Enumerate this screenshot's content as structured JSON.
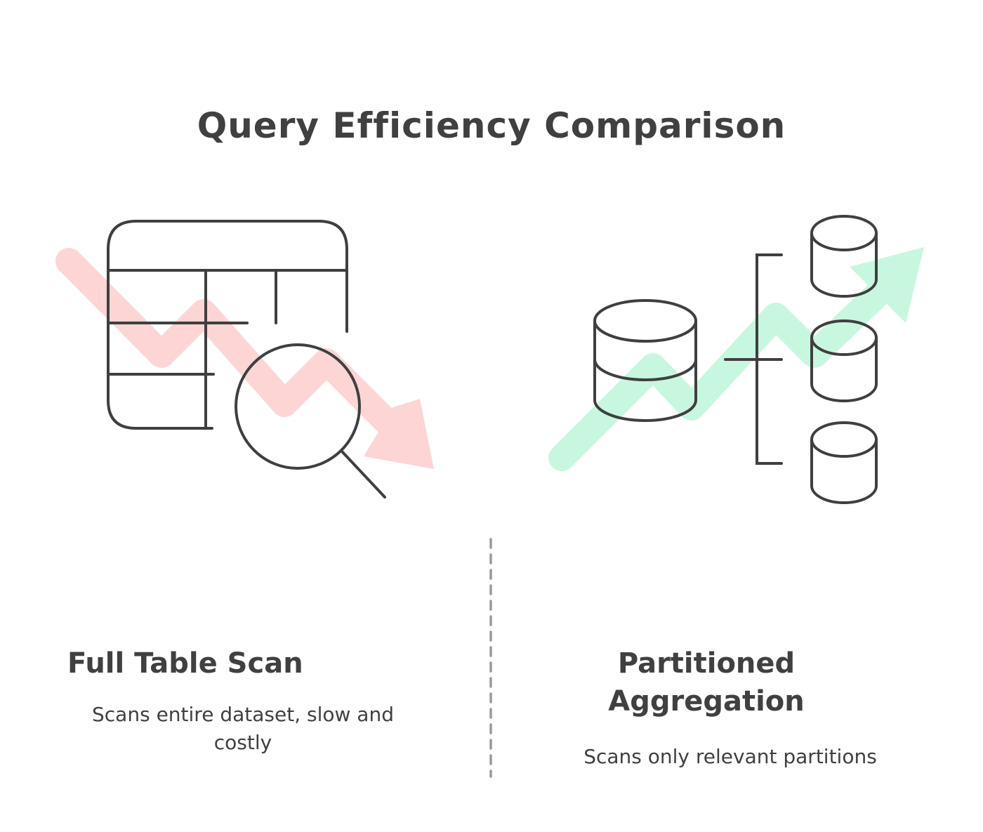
{
  "title": "Query Efficiency Comparison",
  "left": {
    "heading": "Full Table Scan",
    "description": "Scans entire dataset, slow and costly",
    "arrow_color": "#fcd5d4",
    "icons": [
      "table-icon",
      "magnifier-icon",
      "trend-down-arrow-icon"
    ]
  },
  "right": {
    "heading": "Partitioned Aggregation",
    "description": "Scans only relevant partitions",
    "arrow_color": "#c8f7df",
    "icons": [
      "database-icon",
      "partition-database-icon",
      "trend-up-arrow-icon"
    ]
  },
  "colors": {
    "stroke": "#3f3f3f",
    "text": "#404040",
    "divider": "#9a9a9a"
  }
}
